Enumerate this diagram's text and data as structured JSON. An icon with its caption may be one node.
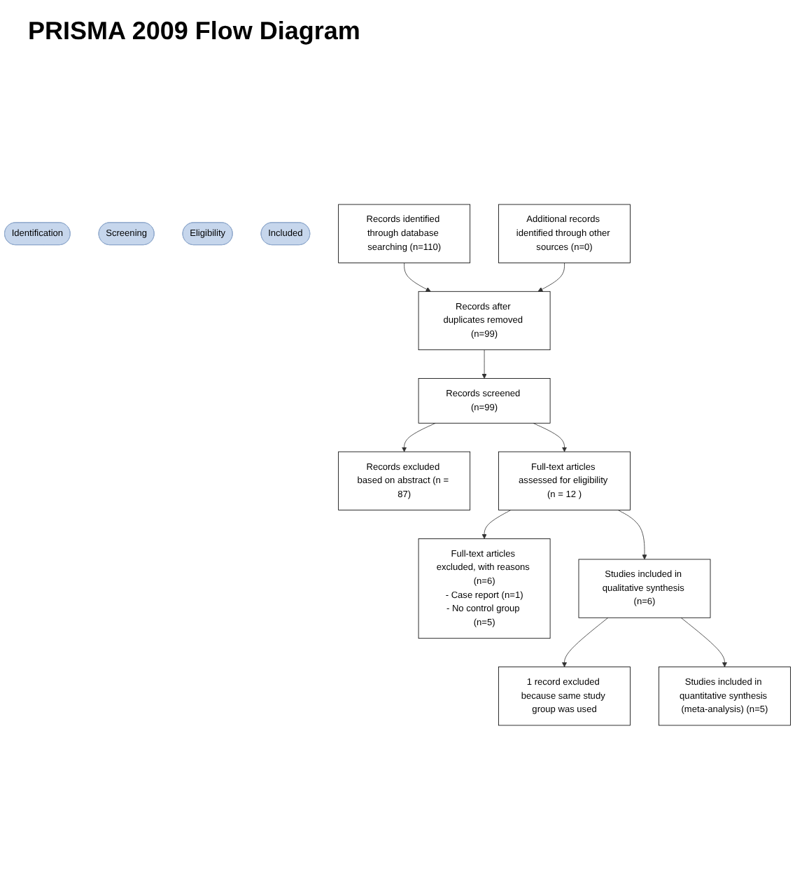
{
  "diagram": {
    "title": "PRISMA 2009 Flow Diagram",
    "nodes": [
      {
        "text": [
          "Identification"
        ]
      },
      {
        "text": [
          "Screening"
        ]
      },
      {
        "text": [
          "Eligibility"
        ]
      },
      {
        "text": [
          "Included"
        ]
      },
      {
        "text": [
          "Records identified through database searching (n=110)"
        ]
      },
      {
        "text": [
          "Additional records identified through other sources (n=0)"
        ]
      },
      {
        "text": [
          "Records after duplicates removed (n=99)"
        ]
      },
      {
        "text": [
          "Records screened (n=99)"
        ]
      },
      {
        "text": [
          "Records excluded based on abstract (n = 87)"
        ]
      },
      {
        "text": [
          "Full-text articles assessed for eligibility (n = 12 )"
        ]
      },
      {
        "text": [
          "Full-text articles excluded, with reasons (n=6)",
          "- Case report (n=1)",
          "- No control group (n=5)"
        ]
      },
      {
        "text": [
          "Studies included in qualitative synthesis (n=6)"
        ]
      },
      {
        "text": [
          "1 record excluded because same study group was used"
        ]
      },
      {
        "text": [
          "Studies included in quantitative synthesis (meta-analysis) (n=5)"
        ]
      }
    ],
    "edges": [
      {
        "from": 4,
        "to": 6,
        "arrow": "to"
      },
      {
        "from": 5,
        "to": 6,
        "arrow": "to"
      },
      {
        "from": 6,
        "to": 7,
        "arrow": "to"
      },
      {
        "from": 7,
        "to": 8,
        "arrow": "to"
      },
      {
        "from": 7,
        "to": 9,
        "arrow": "to"
      },
      {
        "from": 9,
        "to": 10,
        "arrow": "to"
      },
      {
        "from": 9,
        "to": 11,
        "arrow": "to"
      },
      {
        "from": 11,
        "to": 12,
        "arrow": "to"
      },
      {
        "from": 11,
        "to": 13,
        "arrow": "to"
      }
    ]
  }
}
